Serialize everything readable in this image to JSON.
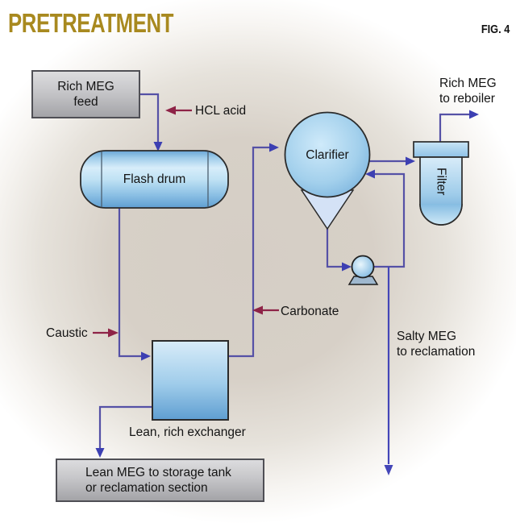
{
  "header": {
    "title": "PRETREATMENT",
    "figure_label": "FIG. 4"
  },
  "colors": {
    "title_gold": "#a8891f",
    "flow_line_purple": "#5551a6",
    "flow_arrow_blue": "#3c3fb2",
    "salty_line_blue": "#4446b8",
    "chemical_line_maroon": "#8e2347",
    "vessel_blue_light": "#d7edfa",
    "vessel_blue_dark": "#5f9ed1",
    "box_gray_light": "#dcdcde",
    "box_gray_dark": "#a5a5a9",
    "background_tan": "#d6cfc6",
    "outline_dark": "#2b2b2b"
  },
  "diagram": {
    "equipment": {
      "feed_box_label": "Rich MEG\nfeed",
      "flash_drum_label": "Flash drum",
      "clarifier_label": "Clarifier",
      "filter_label": "Filter",
      "exchanger_caption": "Lean, rich exchanger",
      "output_box_label_line1": "Lean MEG to storage tank",
      "output_box_label_line2": "or reclamation section"
    },
    "streams": {
      "hcl_acid": "HCL acid",
      "caustic": "Caustic",
      "carbonate": "Carbonate",
      "rich_meg_to_reboiler": "Rich MEG\nto reboiler",
      "salty_meg_to_reclamation": "Salty MEG\nto reclamation"
    }
  }
}
